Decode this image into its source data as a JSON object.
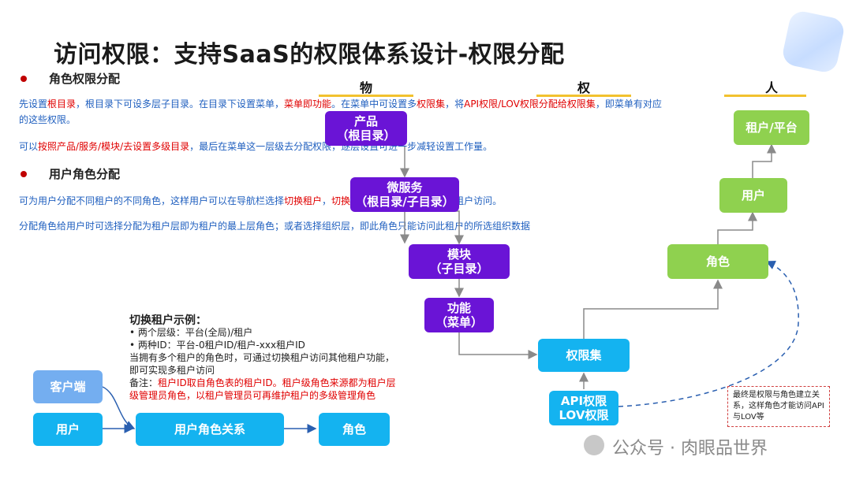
{
  "title": "访问权限：支持SaaS的权限体系设计-权限分配",
  "section1": {
    "heading": "角色权限分配",
    "para1_segments": [
      {
        "text": "先设置",
        "tone": "blue"
      },
      {
        "text": "根目录",
        "tone": "red"
      },
      {
        "text": "，根目录下可设多层子目录。在目录下设置菜单，",
        "tone": "blue"
      },
      {
        "text": "菜单即功能",
        "tone": "red"
      },
      {
        "text": "。在菜单中可设置多",
        "tone": "blue"
      },
      {
        "text": "权限集",
        "tone": "red"
      },
      {
        "text": "，将",
        "tone": "blue"
      },
      {
        "text": "API权限/LOV权限分配给权限集",
        "tone": "red"
      },
      {
        "text": "，即菜单有对应",
        "tone": "blue"
      }
    ],
    "para1_line2": "的这些权限。",
    "para2_segments": [
      {
        "text": "可以",
        "tone": "blue"
      },
      {
        "text": "按照产品/服务/模块/去设置多级目录",
        "tone": "red"
      },
      {
        "text": "，最后在菜单这一层级去分配权限，逐层设置可进一步减轻设置工作量。",
        "tone": "blue"
      }
    ]
  },
  "section2": {
    "heading": "用户角色分配",
    "para1_segments": [
      {
        "text": "可为用户分配不同租户的不同角色，这样用户可以在导航栏选择",
        "tone": "blue"
      },
      {
        "text": "切换租户",
        "tone": "red"
      },
      {
        "text": "，",
        "tone": "blue"
      },
      {
        "text": "切换角色",
        "tone": "red"
      },
      {
        "text": "进行操作，以实现多租户访问。",
        "tone": "blue"
      }
    ],
    "para2": "分配角色给用户时可选择分配为租户层即为租户的最上层角色；或者选择组织层，即此角色只能访问此租户的所选组织数据"
  },
  "columns": {
    "wu": "物",
    "quan": "权",
    "ren": "人"
  },
  "nodes": {
    "product": [
      "产品",
      "（根目录）"
    ],
    "microservice": [
      "微服务",
      "（根目录/子目录）"
    ],
    "module": [
      "模块",
      "（子目录）"
    ],
    "function": [
      "功能",
      "（菜单）"
    ],
    "permission_set": "权限集",
    "api_lov": [
      "API权限",
      "LOV权限"
    ],
    "tenant_platform": "租户/平台",
    "user": "用户",
    "role": "角色"
  },
  "note": "最终是权限与角色建立关系，这样角色才能访问API与LOV等",
  "example": {
    "title": "切换租户示例：",
    "lines": [
      {
        "segments": [
          {
            "text": "•  两个层级：平台(全局)/租户",
            "tone": "dark"
          }
        ]
      },
      {
        "segments": [
          {
            "text": "•  两种ID：平台-0租户ID/租户-xxx租户ID",
            "tone": "dark"
          }
        ]
      },
      {
        "segments": [
          {
            "text": "当拥有多个租户的角色时，可通过切换租户访问其他租户功能，",
            "tone": "dark"
          }
        ]
      },
      {
        "segments": [
          {
            "text": "即可实现多租户访问",
            "tone": "dark"
          }
        ]
      },
      {
        "segments": [
          {
            "text": "备注：",
            "tone": "dark"
          },
          {
            "text": "租户ID取自角色表的租户ID。租户级角色来源都为租户层",
            "tone": "red"
          }
        ]
      },
      {
        "segments": [
          {
            "text": "级管理员角色，以租户管理员可再维护租户的多级管理角色",
            "tone": "red"
          }
        ]
      }
    ]
  },
  "bottom_flow": {
    "client": "客户端",
    "user": "用户",
    "relation": "用户角色关系",
    "role": "角色"
  },
  "watermark": "公众号 · 肉眼品世界",
  "colors": {
    "purple": "#6a14d6",
    "green": "#8fd14f",
    "cyan": "#14b3f0",
    "lightblue": "#74aef0",
    "red_text": "#e00000",
    "blue_text": "#1f5fbf",
    "column_underline": "#f2c12e"
  }
}
